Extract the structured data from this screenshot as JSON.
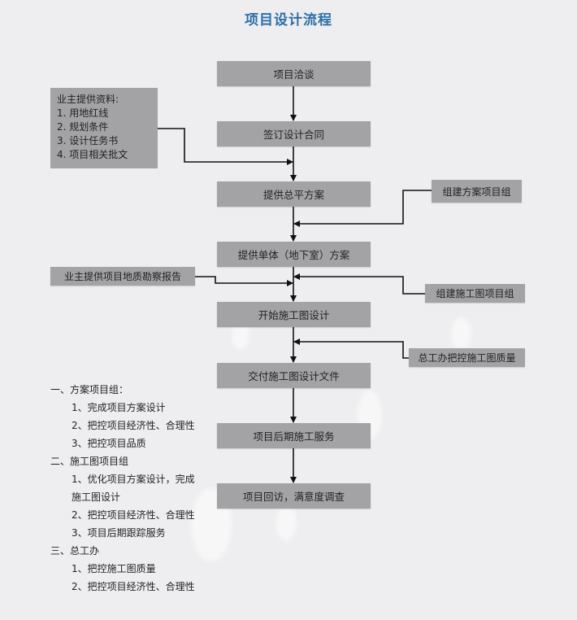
{
  "title": "项目设计流程",
  "steps": [
    "项目洽谈",
    "签订设计合同",
    "提供总平方案",
    "提供单体（地下室）方案",
    "开始施工图设计",
    "交付施工图设计文件",
    "项目后期施工服务",
    "项目回访，满意度调查"
  ],
  "inputs": {
    "owner_materials": {
      "heading": "业主提供资料:",
      "items": [
        "1. 用地红线",
        "2. 规划条件",
        "3. 设计任务书",
        "4. 项目相关批文"
      ]
    },
    "geo_report": "业主提供项目地质勘察报告",
    "scheme_team": "组建方案项目组",
    "construction_team": "组建施工图项目组",
    "chief_office": "总工办把控施工图质量"
  },
  "notes": [
    {
      "heading": "一、方案项目组：",
      "items": [
        "1、完成项目方案设计",
        "2、把控项目经济性、合理性",
        "3、把控项目品质"
      ]
    },
    {
      "heading": "二、施工图项目组",
      "items": [
        "1、优化项目方案设计，完成",
        "施工图设计",
        "2、把控项目经济性、合理性",
        "3、项目后期跟踪服务"
      ]
    },
    {
      "heading": "三、总工办",
      "items": [
        "1、把控施工图质量",
        "2、把控项目经济性、合理性"
      ]
    }
  ],
  "colors": {
    "title": "#2c6fa6",
    "box": "#a3a3a5",
    "line": "#111111",
    "background": "#eeeef0"
  }
}
